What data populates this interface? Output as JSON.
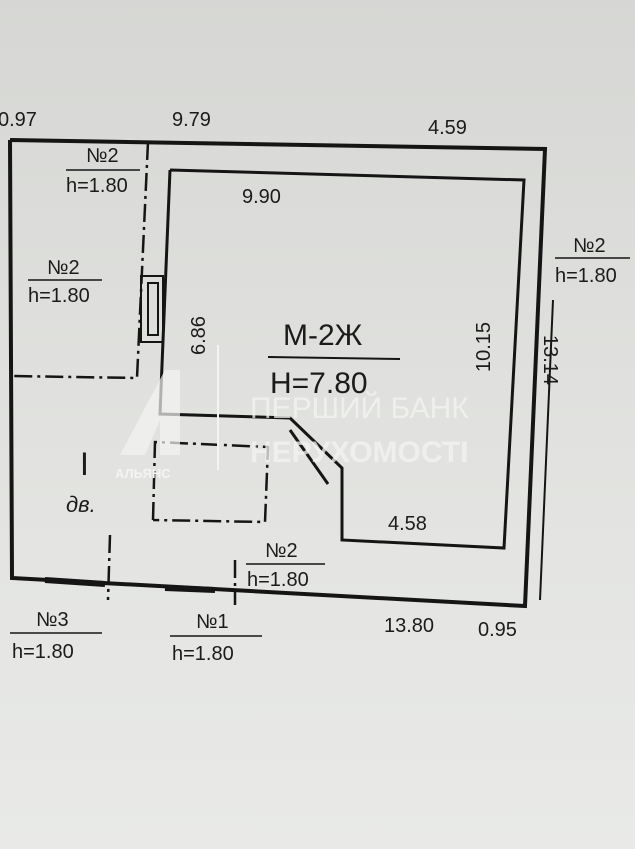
{
  "dimensions": {
    "top_left": "0.97",
    "top_mid": "9.79",
    "top_right": "4.59",
    "inner_top": "9.90",
    "inner_left": "6.86",
    "inner_right": "10.15",
    "outer_right": "13.14",
    "inner_bottom": "4.58",
    "bottom_right": "13.80",
    "bottom_corner": "0.95"
  },
  "room": {
    "name": "М-2Ж",
    "height": "Н=7.80"
  },
  "annex": {
    "roman": "І",
    "label": "дв."
  },
  "tags": [
    {
      "num": "№2",
      "h": "h=1.80"
    },
    {
      "num": "№2",
      "h": "h=1.80"
    },
    {
      "num": "№2",
      "h": "h=1.80"
    },
    {
      "num": "№2",
      "h": "h=1.80"
    },
    {
      "num": "№3",
      "h": "h=1.80"
    },
    {
      "num": "№1",
      "h": "h=1.80"
    }
  ],
  "watermark": {
    "line1": "ПЕРШИЙ БАНК",
    "line2": "НЕРУХОМОСТІ",
    "logo_text": "АЛЬЯНС"
  }
}
